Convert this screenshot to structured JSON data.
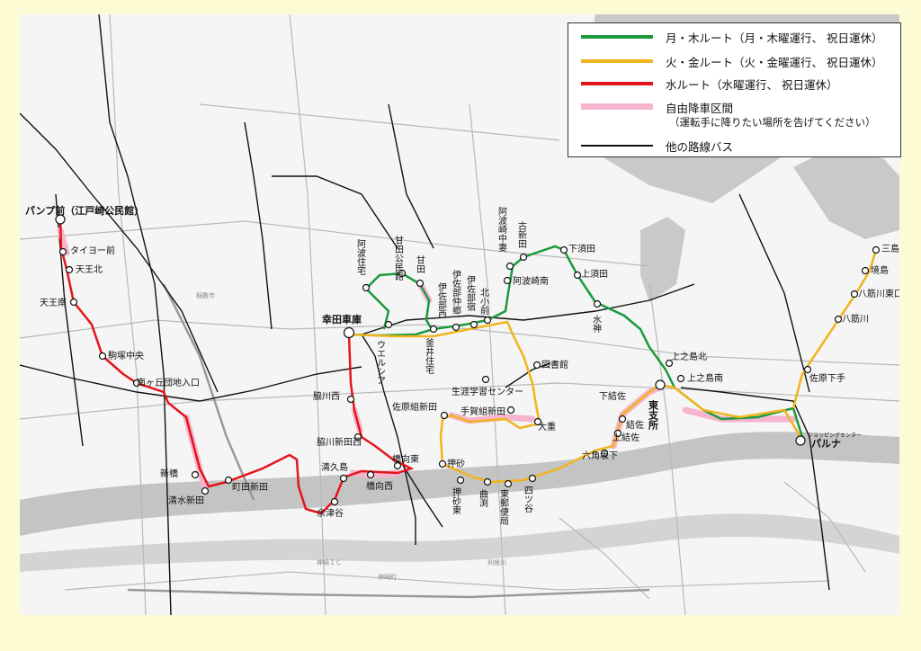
{
  "legend": {
    "green": {
      "label": "月・木ルート（月・木曜運行、 祝日運休）",
      "color": "#1a9a3c"
    },
    "yellow": {
      "label": "火・金ルート（火・金曜運行、 祝日運休）",
      "color": "#f0b41c"
    },
    "red": {
      "label": "水ルート（水曜運行、 祝日運休）",
      "color": "#e3151b"
    },
    "pink": {
      "label": "自由降車区間",
      "sub": "（運転手に降りたい場所を告げてください）",
      "color": "#f7b4cf"
    },
    "black": {
      "label": "他の路線バス",
      "color": "#111111"
    }
  },
  "depots": {
    "sakata": "幸田車庫",
    "higashi": "東支所",
    "paruna": "パルナ",
    "paruna_sub": "ショッピングセンター",
    "pump": "パンプ前（江戸崎公民館）"
  },
  "stops": {
    "taiyo": "タイヨー前",
    "tenno_kita": "天王北",
    "tenno_minami": "天王南",
    "komatsuka": "駒塚中央",
    "minamigaoka": "南ヶ丘団地入口",
    "shinbashi": "新橋",
    "shimizu": "清水新田",
    "machida": "町田新田",
    "wakigawa_nishi": "脇川西",
    "wakigawa_shinden": "脇川新田西",
    "kiyokushima": "清久島",
    "yotsuya": "余津谷",
    "hashimukai": "橋向西",
    "hashimukai_higashi": "橋向東",
    "osuna": "押砂",
    "osuna_higashi": "押砂東",
    "magariya": "曲渕",
    "higashi_kyoku": "東郵便局",
    "yotsuya2": "四ツ谷",
    "rokkakuzaka": "六角坂下",
    "kamiyuisa": "上結佐",
    "yuisa": "結佐",
    "shimoyuisa": "下結佐",
    "kaminoshima_kita": "上之島北",
    "kaminoshima_minami": "上之島南",
    "suijin": "水神",
    "kamisuda": "上須田",
    "shimosuda": "下須田",
    "furushinden": "古新田",
    "awazaki_naka": "阿波崎中妻",
    "awazaki_minami": "阿波崎南",
    "kitakomae": "北小前",
    "isabeshuku": "伊佐部宿",
    "isabenaka": "伊佐部仲郷",
    "isabenishi": "伊佐部西",
    "kamaijutaku": "釜井住宅",
    "amada": "甘田",
    "amada_kominkan": "甘田公民館",
    "awa_jutaku": "阿波住宅",
    "welcia": "ウエルシア",
    "toshokan": "図書館",
    "shogai": "生涯学習センター",
    "sahara_kumi": "佐原組新田",
    "tega_kumi": "手賀組新田",
    "oshige": "大重",
    "sanjima": "三島",
    "sakaijima": "境島",
    "hassujigawa_higashi": "八筋川東口",
    "hassujigawa": "八筋川",
    "sawara_shimote": "佐原下手"
  },
  "map_labels": {
    "inashiki": "稲敷市",
    "tone": "利根川",
    "kozaki": "神崎町",
    "kozaki_ic": "神崎ＩＣ"
  }
}
